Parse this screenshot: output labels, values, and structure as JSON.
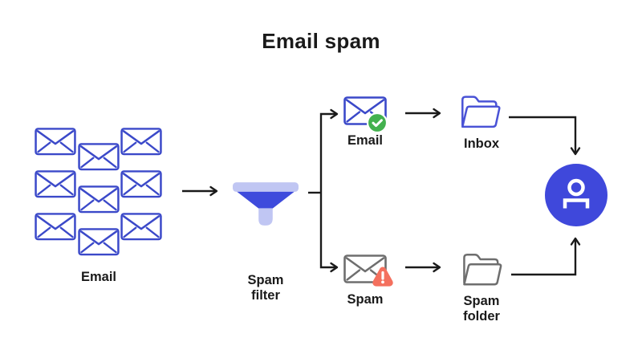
{
  "title": "Email spam",
  "colors": {
    "ink": "#1a1a1a",
    "blue": "#3b49c9",
    "folder-blue": "#4a53d6",
    "funnel-dark": "#3e4bdc",
    "funnel-light": "#c0c6f3",
    "green": "#43b14e",
    "salmon": "#f4705e",
    "gray": "#6e6e6e",
    "user-blue": "#3f48db"
  },
  "nodes": {
    "email_stack": {
      "label": "Email",
      "count": 9
    },
    "spam_filter": {
      "label": "Spam filter"
    },
    "clean_email": {
      "label": "Email"
    },
    "inbox": {
      "label": "Inbox"
    },
    "spam": {
      "label": "Spam"
    },
    "spam_folder": {
      "label": "Spam folder"
    }
  }
}
